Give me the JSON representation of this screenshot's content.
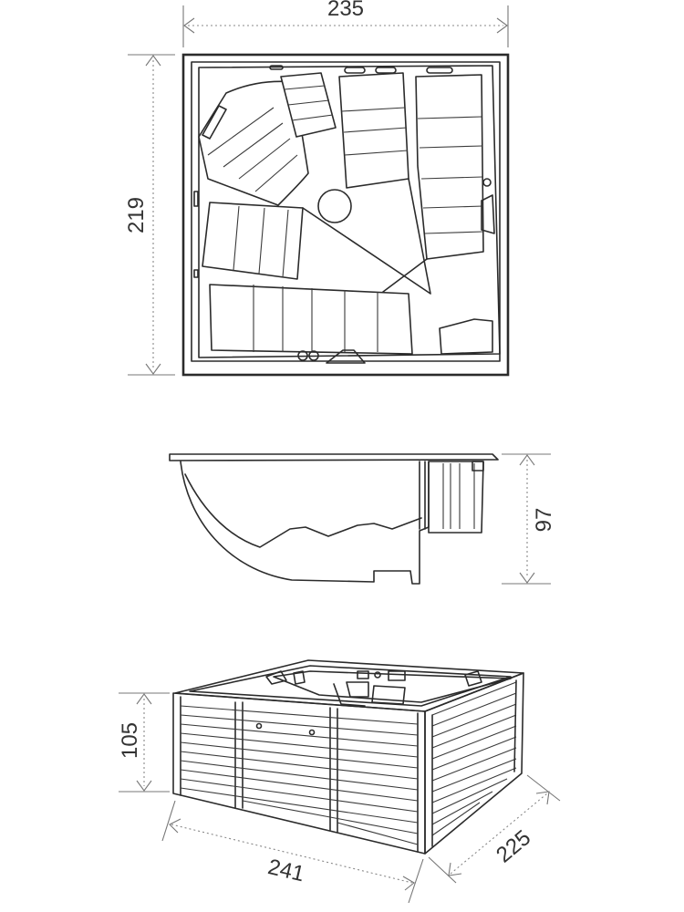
{
  "dimensions": {
    "top_width": "235",
    "top_depth": "219",
    "side_height": "97",
    "front_height": "105",
    "front_width": "241",
    "front_depth": "225"
  },
  "colors": {
    "line": "#2b2b2b",
    "dimension_line": "#777777",
    "background": "#ffffff"
  }
}
